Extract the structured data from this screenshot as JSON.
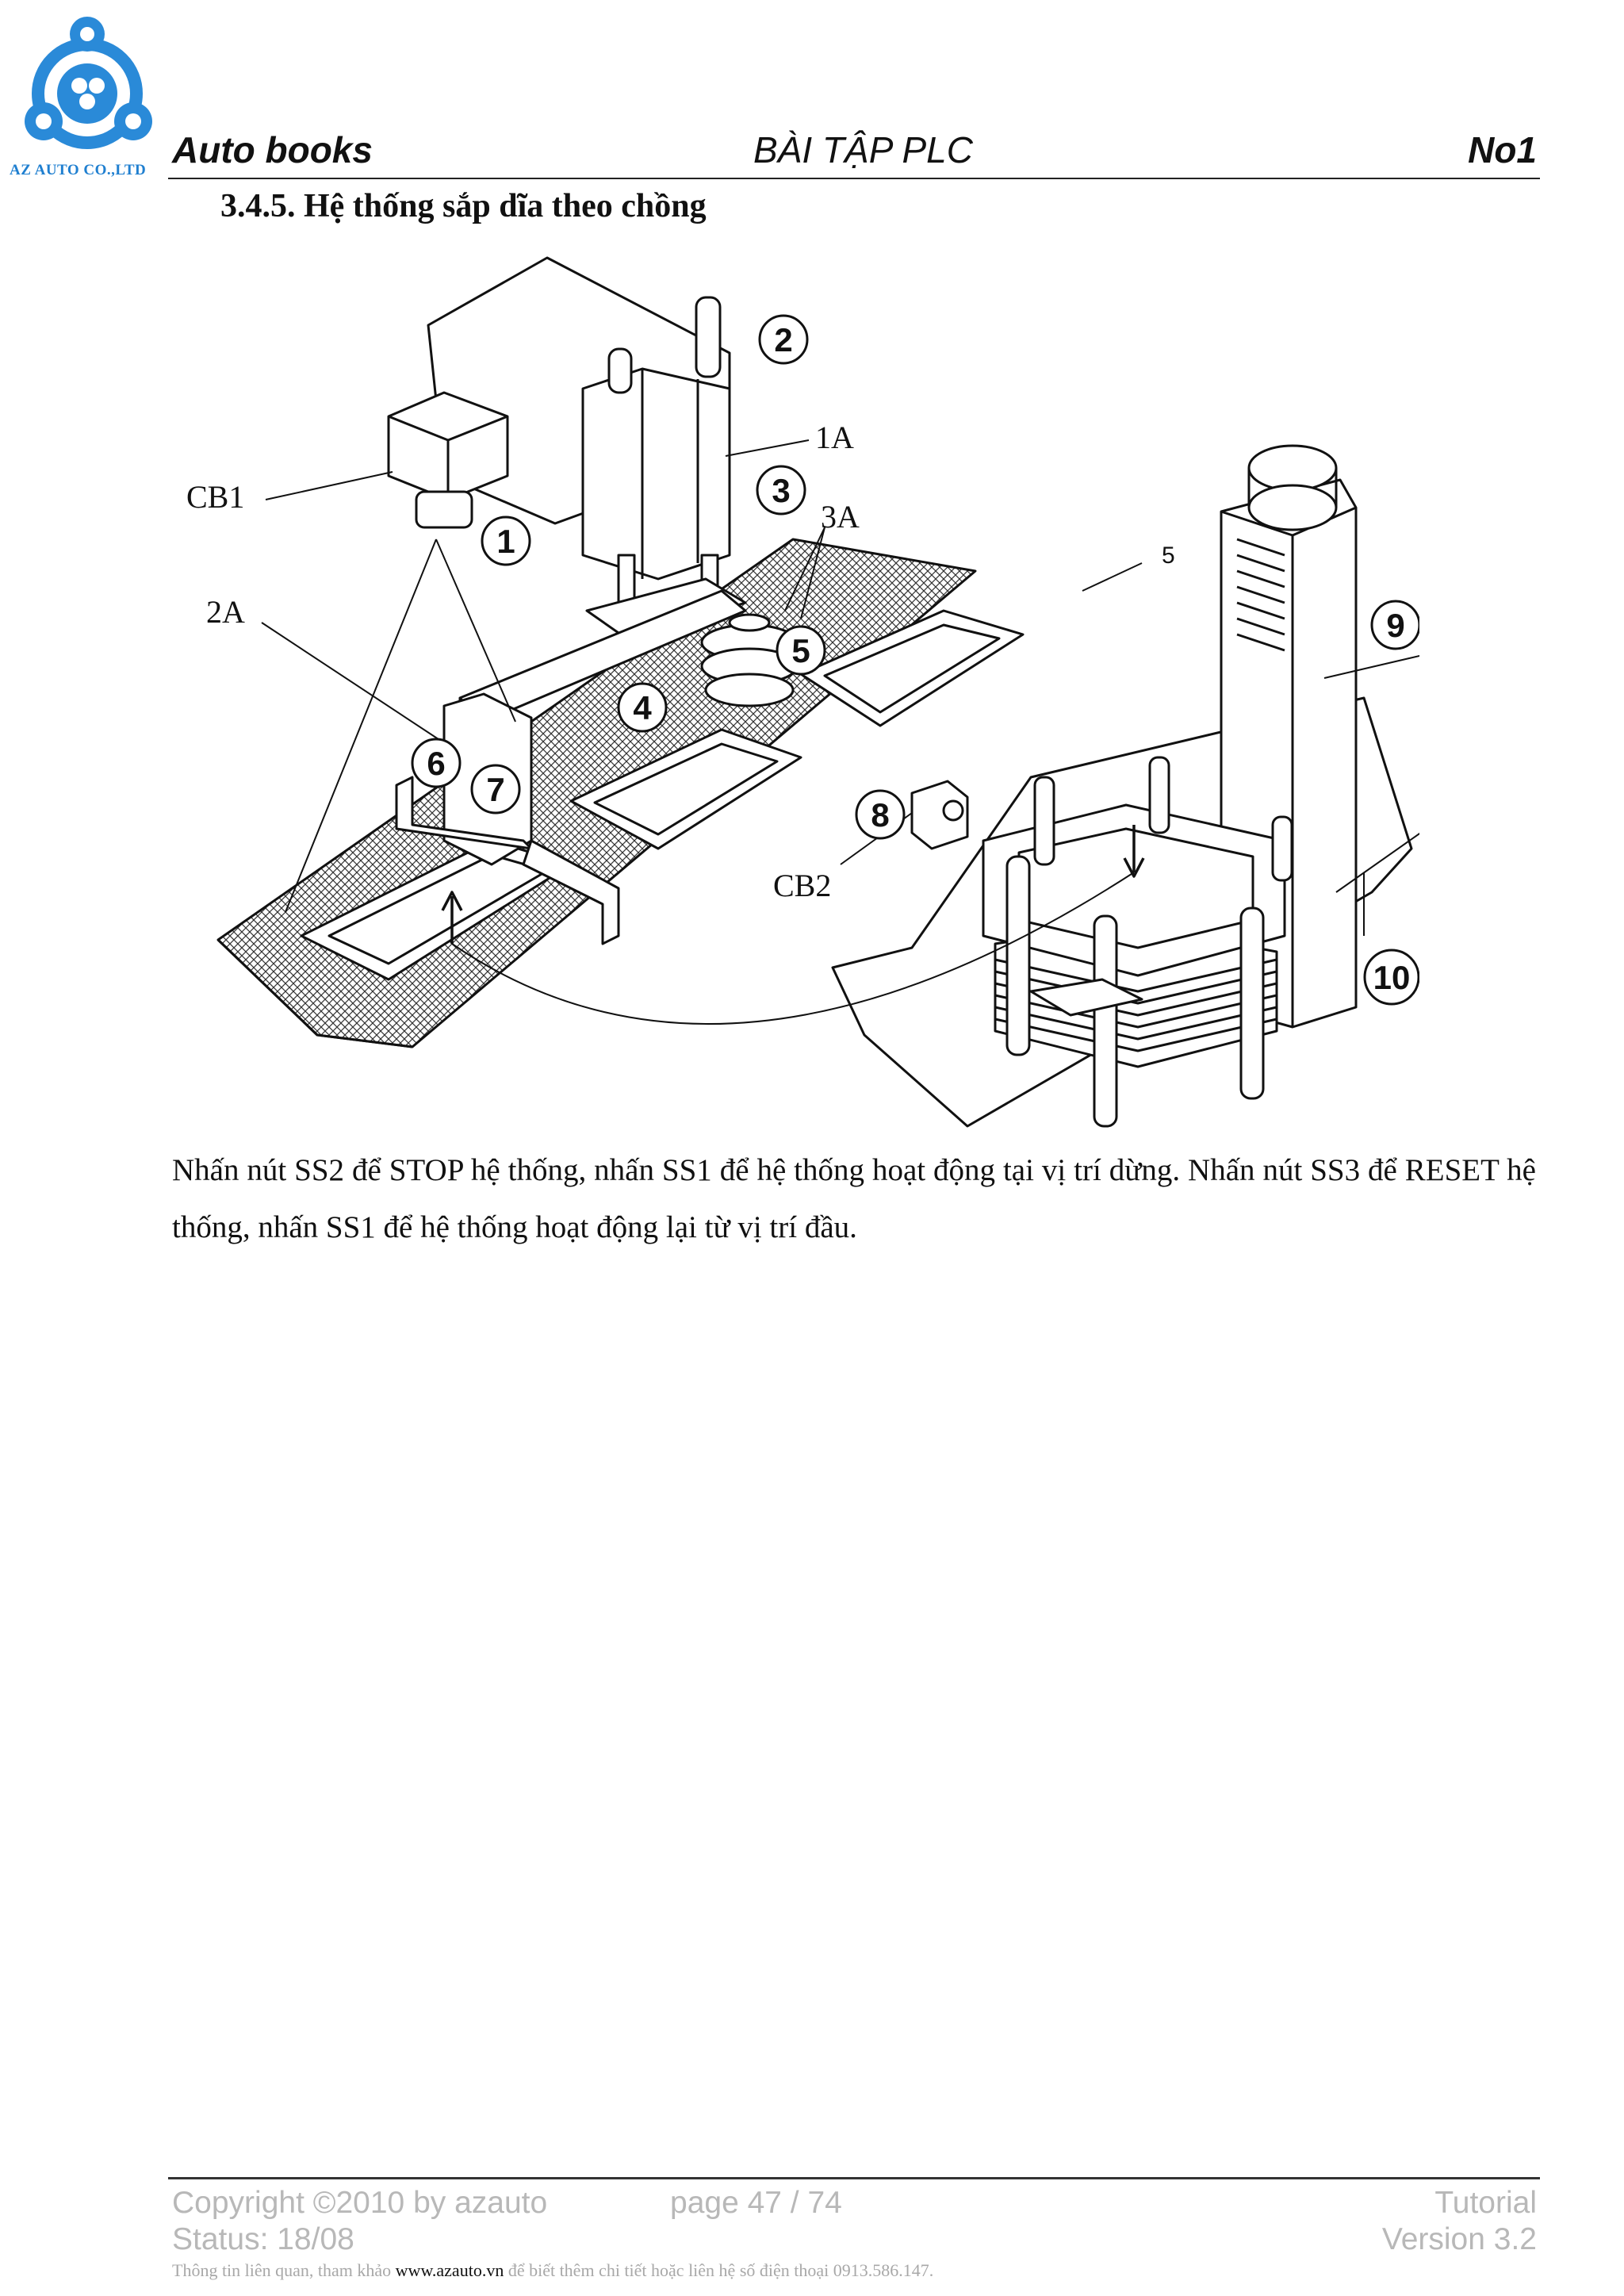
{
  "logo": {
    "text": "AZ AUTO CO.,LTD"
  },
  "header": {
    "left": "Auto books",
    "center": "BÀI TẬP PLC",
    "right": "No1"
  },
  "section": {
    "title": "3.4.5.  Hệ thống sắp dĩa theo chồng"
  },
  "figure": {
    "labels": {
      "cb1": "CB1",
      "cb2": "CB2",
      "l1a": "1A",
      "l2a": "2A",
      "l3a": "3A",
      "n5": "5",
      "n6": "6",
      "n8": "8"
    },
    "circled": [
      "1",
      "2",
      "3",
      "4",
      "5",
      "6",
      "7",
      "8",
      "9",
      "10"
    ]
  },
  "body": {
    "paragraph": "Nhấn nút SS2 để STOP hệ thống, nhấn SS1 để hệ thống hoạt động tại vị trí dừng. Nhấn nút SS3 để RESET hệ thống, nhấn SS1 để hệ thống hoạt động lại từ vị trí đầu."
  },
  "footer": {
    "copyright": "Copyright ©2010 by azauto",
    "page": "page 47 / 74",
    "tutorial": "Tutorial",
    "status": "Status: 18/08",
    "version": "Version 3.2",
    "note_before": "Thông tin liên quan, tham khảo ",
    "note_link": "www.azauto.vn",
    "note_after": " để biết thêm chi tiết hoặc liên hệ số điện thoại 0913.586.147."
  }
}
